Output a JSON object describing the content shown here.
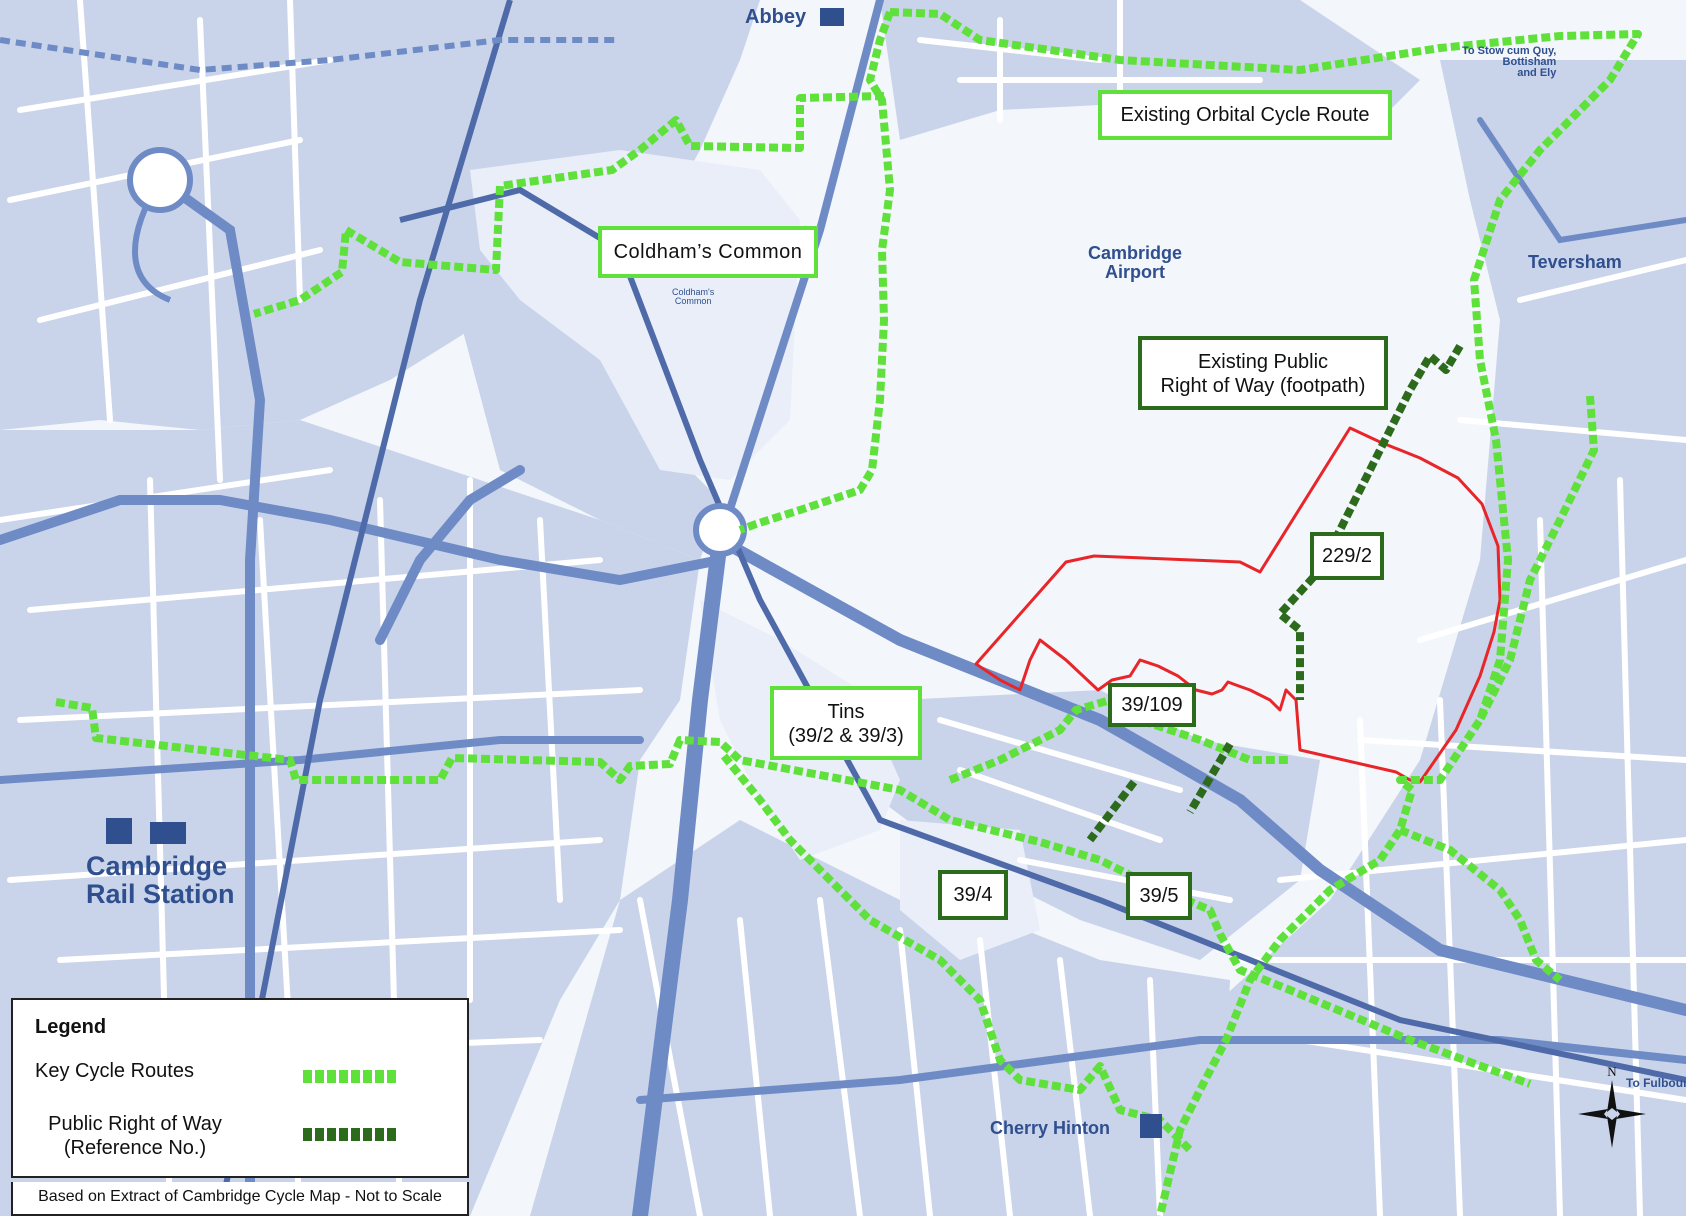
{
  "colors": {
    "background": "#f3f6fb",
    "built_area": "#c9d4ea",
    "road": "#ffffff",
    "main_road": "#6f8bc6",
    "rail": "#4e6aa8",
    "cycle_route": "#5fe03a",
    "right_of_way": "#2d6b1c",
    "site_boundary": "#e8262a"
  },
  "places": {
    "abbey": "Abbey",
    "airport": "Cambridge\nAirport",
    "teversham": "Teversham",
    "cherry_hinton": "Cherry Hinton",
    "rail_station": "Cambridge\nRail Station",
    "stow": "To Stow cum Quy,\nBottisham\nand Ely",
    "fulbourn": "To Fulbourn",
    "coldhams_small": "Coldham's\nCommon"
  },
  "labels": {
    "orbital": "Existing Orbital Cycle Route",
    "coldhams": "Coldham’s Common",
    "prow_line1": "Existing Public",
    "prow_line2": "Right of Way (footpath)",
    "tins_line1": "Tins",
    "tins_line2": "(39/2 & 39/3)",
    "ref_229_2": "229/2",
    "ref_39_109": "39/109",
    "ref_39_4": "39/4",
    "ref_39_5": "39/5"
  },
  "legend": {
    "title": "Legend",
    "cycle_label": "Key Cycle Routes",
    "prow_label": "Public Right of Way\n(Reference No.)",
    "note": "Based on Extract of Cambridge Cycle Map - Not to Scale"
  },
  "compass": {
    "north": "N"
  }
}
